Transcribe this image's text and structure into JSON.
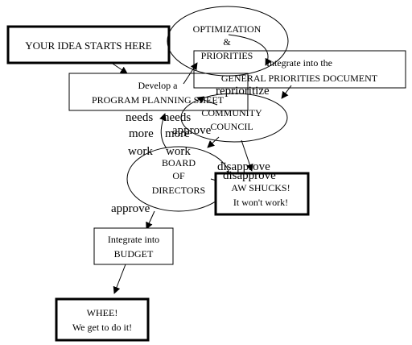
{
  "nodes": {
    "start": [
      "YOUR IDEA STARTS HERE"
    ],
    "optimization": [
      "OPTIMIZATION",
      "&",
      "PRIORITIES"
    ],
    "gpd": [
      "Integrate into the",
      "GENERAL PRIORITIES DOCUMENT"
    ],
    "pps": [
      "Develop a",
      "PROGRAM PLANNING SHEET"
    ],
    "council": [
      "COMMUNITY",
      "COUNCIL"
    ],
    "board": [
      "BOARD",
      "OF",
      "DIRECTORS"
    ],
    "shucks": [
      "AW SHUCKS!",
      "It won't work!"
    ],
    "budget": [
      "Integrate into",
      "BUDGET"
    ],
    "whee": [
      "WHEE!",
      "We get to do it!"
    ]
  },
  "edges": {
    "reprioritize": [
      "reprioritize"
    ],
    "needs_more_work_1": [
      "needs",
      "more",
      "work"
    ],
    "needs_more_work_2": [
      "needs",
      "more",
      "work"
    ],
    "approve_council": [
      "approve"
    ],
    "disapprove_1": [
      "disapprove"
    ],
    "disapprove_2": [
      "disapprove"
    ],
    "approve_board": [
      "approve"
    ]
  }
}
